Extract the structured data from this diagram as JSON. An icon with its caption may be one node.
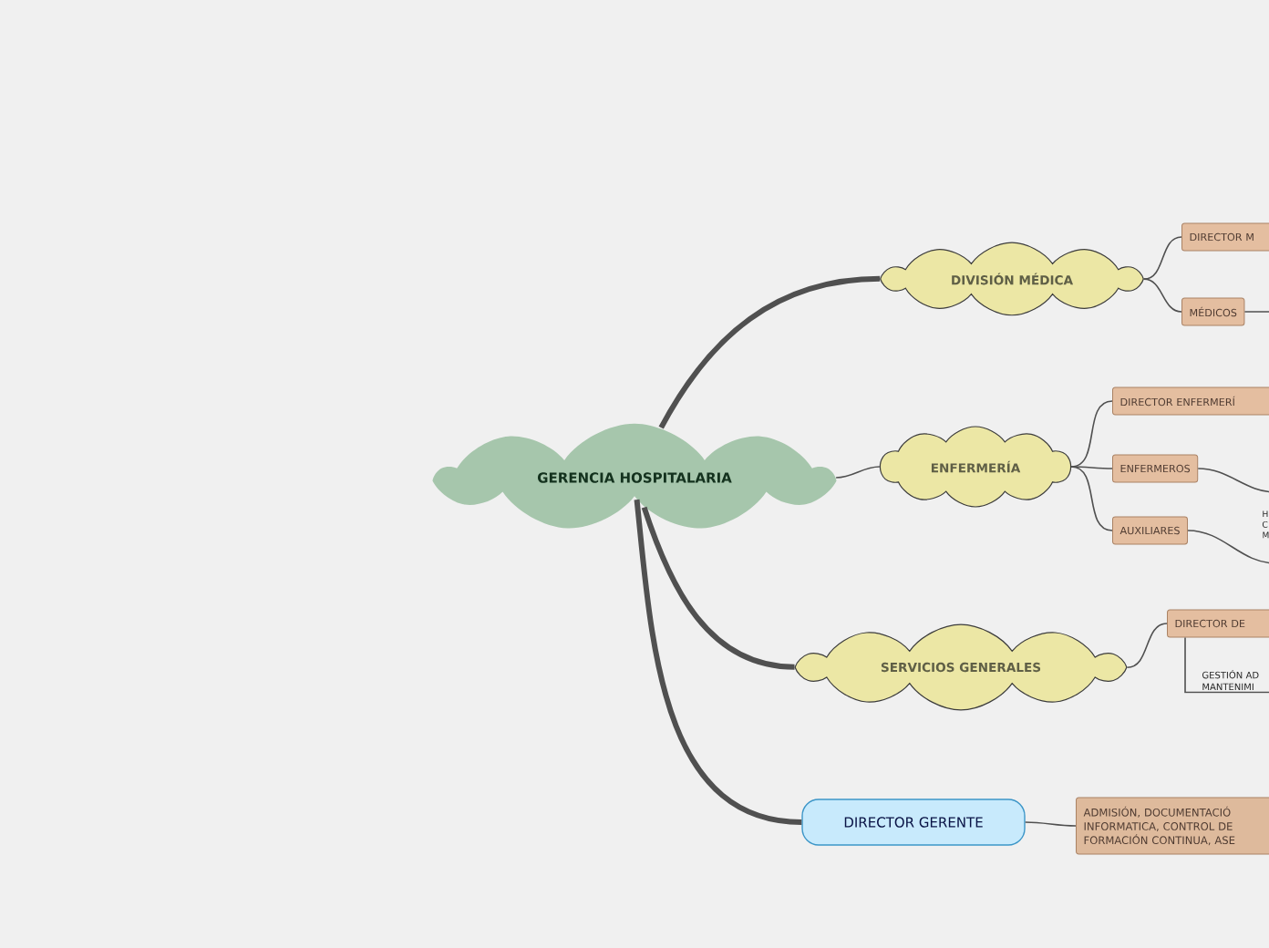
{
  "diagram": {
    "nodes": [
      {
        "text": [
          "GERENCIA HOSPITALARIA"
        ]
      },
      {
        "text": [
          "DIVISIÓN MÉDICA"
        ]
      },
      {
        "text": [
          "DIRECTOR M"
        ]
      },
      {
        "text": [
          "MÉDICOS"
        ]
      },
      {
        "text": [
          "ENFERMERÍA"
        ]
      },
      {
        "text": [
          "DIRECTOR ENFERMERÍ"
        ]
      },
      {
        "text": [
          "ENFERMEROS"
        ]
      },
      {
        "text": [
          "AUXILIARES"
        ]
      },
      {
        "text": [
          "SERVICIOS GENERALES"
        ]
      },
      {
        "text": [
          "DIRECTOR DE"
        ]
      },
      {
        "text": [
          "GESTIÓN AD MANTENIMI"
        ]
      },
      {
        "text": [
          "DIRECTOR GERENTE"
        ]
      },
      {
        "text": [
          "ADMISIÓN, DOCUMENTACIÓ INFORMATICA, CONTROL DE FORMACIÓN CONTINUA, ASE"
        ]
      }
    ],
    "edges": [
      {
        "from": 0,
        "to": 1,
        "arrow": "none",
        "style": "thick"
      },
      {
        "from": 0,
        "to": 4,
        "arrow": "none"
      },
      {
        "from": 0,
        "to": 8,
        "arrow": "none",
        "style": "thick"
      },
      {
        "from": 0,
        "to": 11,
        "arrow": "none",
        "style": "thick"
      },
      {
        "from": 1,
        "to": 2,
        "arrow": "none"
      },
      {
        "from": 1,
        "to": 3,
        "arrow": "none"
      },
      {
        "from": 3,
        "to": null,
        "arrow": "none"
      },
      {
        "from": 4,
        "to": 5,
        "arrow": "none"
      },
      {
        "from": 4,
        "to": 6,
        "arrow": "none"
      },
      {
        "from": 4,
        "to": 7,
        "arrow": "none"
      },
      {
        "from": 6,
        "to": null,
        "arrow": "none"
      },
      {
        "from": 7,
        "to": null,
        "arrow": "none"
      },
      {
        "from": 8,
        "to": 9,
        "arrow": "none"
      },
      {
        "from": 9,
        "to": 10,
        "arrow": "none"
      },
      {
        "from": 11,
        "to": 12,
        "arrow": "none"
      }
    ],
    "labels": [
      "H C M"
    ]
  }
}
